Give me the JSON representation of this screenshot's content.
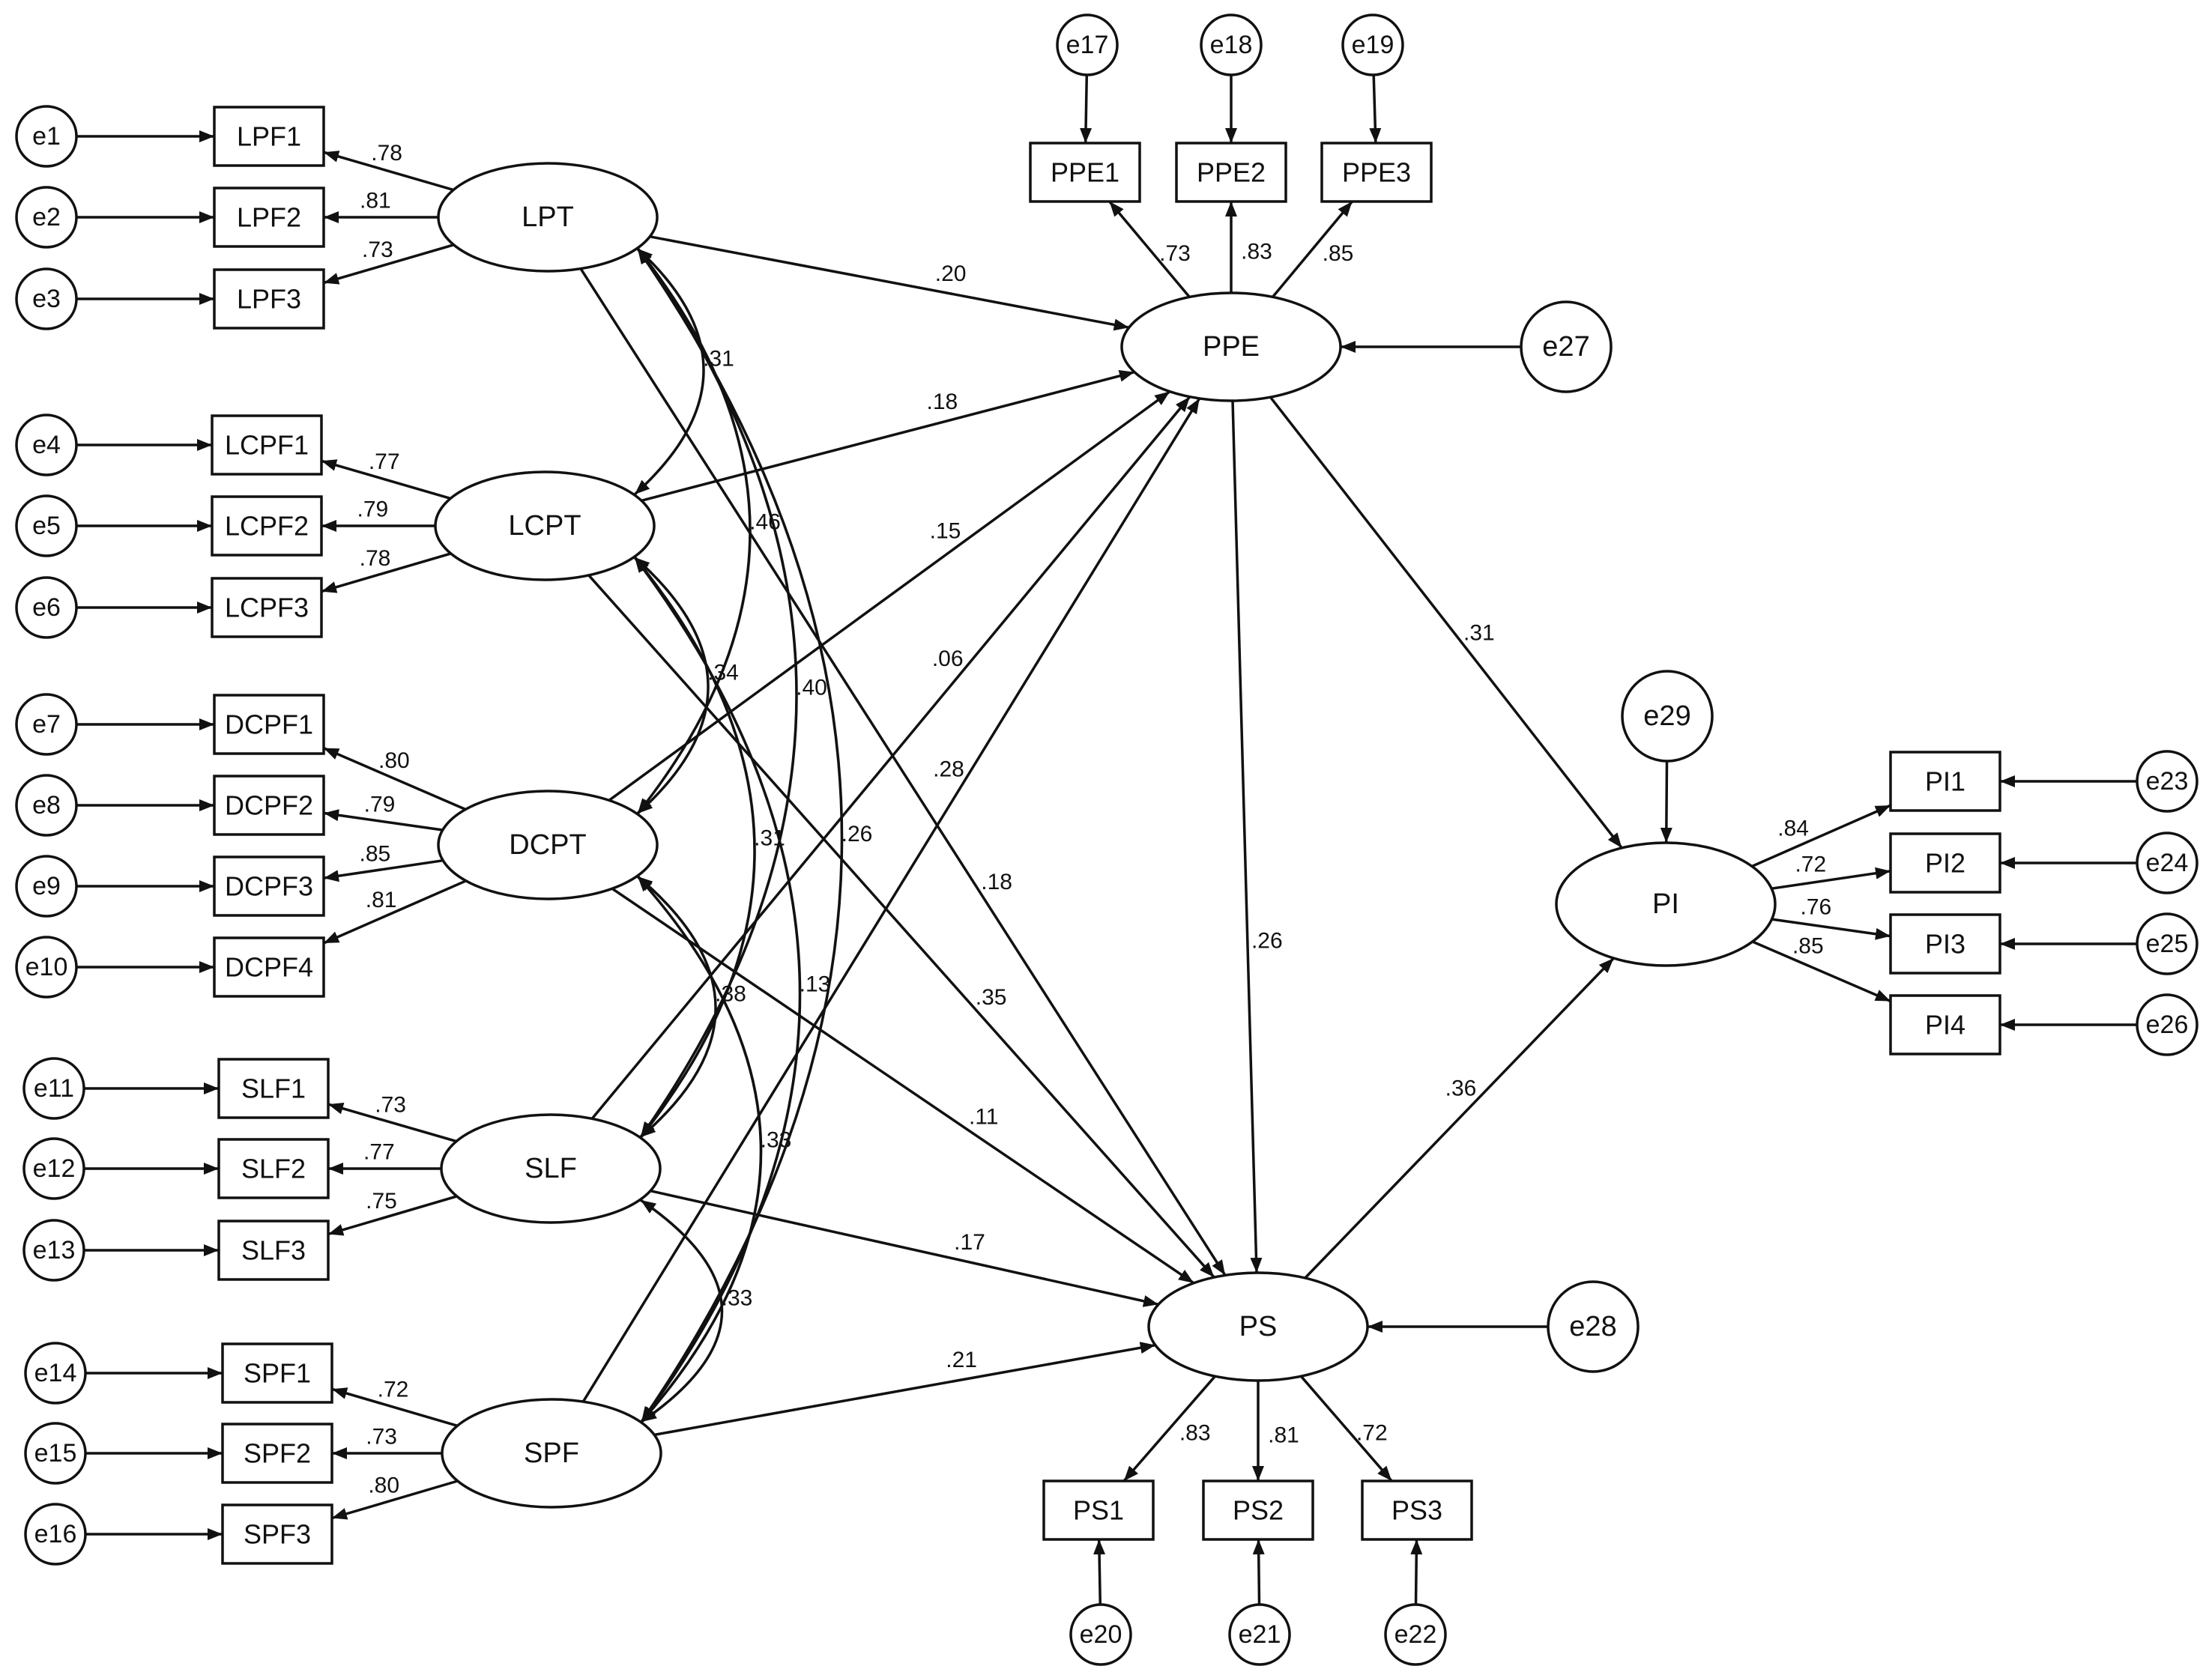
{
  "latents": [
    {
      "id": "LPT",
      "label": "LPT"
    },
    {
      "id": "LCPT",
      "label": "LCPT"
    },
    {
      "id": "DCPT",
      "label": "DCPT"
    },
    {
      "id": "SLF",
      "label": "SLF"
    },
    {
      "id": "SPF",
      "label": "SPF"
    },
    {
      "id": "PPE",
      "label": "PPE"
    },
    {
      "id": "PS",
      "label": "PS"
    },
    {
      "id": "PI",
      "label": "PI"
    }
  ],
  "indicators": [
    {
      "id": "LPF1",
      "label": "LPF1",
      "factor": "LPT",
      "loading": ".78",
      "error": "e1"
    },
    {
      "id": "LPF2",
      "label": "LPF2",
      "factor": "LPT",
      "loading": ".81",
      "error": "e2"
    },
    {
      "id": "LPF3",
      "label": "LPF3",
      "factor": "LPT",
      "loading": ".73",
      "error": "e3"
    },
    {
      "id": "LCPF1",
      "label": "LCPF1",
      "factor": "LCPT",
      "loading": ".77",
      "error": "e4"
    },
    {
      "id": "LCPF2",
      "label": "LCPF2",
      "factor": "LCPT",
      "loading": ".79",
      "error": "e5"
    },
    {
      "id": "LCPF3",
      "label": "LCPF3",
      "factor": "LCPT",
      "loading": ".78",
      "error": "e6"
    },
    {
      "id": "DCPF1",
      "label": "DCPF1",
      "factor": "DCPT",
      "loading": ".80",
      "error": "e7"
    },
    {
      "id": "DCPF2",
      "label": "DCPF2",
      "factor": "DCPT",
      "loading": ".79",
      "error": "e8"
    },
    {
      "id": "DCPF3",
      "label": "DCPF3",
      "factor": "DCPT",
      "loading": ".85",
      "error": "e9"
    },
    {
      "id": "DCPF4",
      "label": "DCPF4",
      "factor": "DCPT",
      "loading": ".81",
      "error": "e10"
    },
    {
      "id": "SLF1",
      "label": "SLF1",
      "factor": "SLF",
      "loading": ".73",
      "error": "e11"
    },
    {
      "id": "SLF2",
      "label": "SLF2",
      "factor": "SLF",
      "loading": ".77",
      "error": "e12"
    },
    {
      "id": "SLF3",
      "label": "SLF3",
      "factor": "SLF",
      "loading": ".75",
      "error": "e13"
    },
    {
      "id": "SPF1",
      "label": "SPF1",
      "factor": "SPF",
      "loading": ".72",
      "error": "e14"
    },
    {
      "id": "SPF2",
      "label": "SPF2",
      "factor": "SPF",
      "loading": ".73",
      "error": "e15"
    },
    {
      "id": "SPF3",
      "label": "SPF3",
      "factor": "SPF",
      "loading": ".80",
      "error": "e16"
    },
    {
      "id": "PPE1",
      "label": "PPE1",
      "factor": "PPE",
      "loading": ".73",
      "error": "e17"
    },
    {
      "id": "PPE2",
      "label": "PPE2",
      "factor": "PPE",
      "loading": ".83",
      "error": "e18"
    },
    {
      "id": "PPE3",
      "label": "PPE3",
      "factor": "PPE",
      "loading": ".85",
      "error": "e19"
    },
    {
      "id": "PS1",
      "label": "PS1",
      "factor": "PS",
      "loading": ".83",
      "error": "e20"
    },
    {
      "id": "PS2",
      "label": "PS2",
      "factor": "PS",
      "loading": ".81",
      "error": "e21"
    },
    {
      "id": "PS3",
      "label": "PS3",
      "factor": "PS",
      "loading": ".72",
      "error": "e22"
    },
    {
      "id": "PI1",
      "label": "PI1",
      "factor": "PI",
      "loading": ".84",
      "error": "e23"
    },
    {
      "id": "PI2",
      "label": "PI2",
      "factor": "PI",
      "loading": ".72",
      "error": "e24"
    },
    {
      "id": "PI3",
      "label": "PI3",
      "factor": "PI",
      "loading": ".76",
      "error": "e25"
    },
    {
      "id": "PI4",
      "label": "PI4",
      "factor": "PI",
      "loading": ".85",
      "error": "e26"
    }
  ],
  "structural_errors": [
    {
      "id": "e27",
      "label": "e27",
      "target": "PPE"
    },
    {
      "id": "e28",
      "label": "e28",
      "target": "PS"
    },
    {
      "id": "e29",
      "label": "e29",
      "target": "PI"
    }
  ],
  "structural_paths": [
    {
      "from": "LPT",
      "to": "PPE",
      "coef": ".20"
    },
    {
      "from": "LCPT",
      "to": "PPE",
      "coef": ".18"
    },
    {
      "from": "DCPT",
      "to": "PPE",
      "coef": ".15"
    },
    {
      "from": "SLF",
      "to": "PPE",
      "coef": ".06"
    },
    {
      "from": "SPF",
      "to": "PPE",
      "coef": ".28"
    },
    {
      "from": "LPT",
      "to": "PS",
      "coef": ".18"
    },
    {
      "from": "LCPT",
      "to": "PS",
      "coef": ".35"
    },
    {
      "from": "DCPT",
      "to": "PS",
      "coef": ".11"
    },
    {
      "from": "SLF",
      "to": "PS",
      "coef": ".17"
    },
    {
      "from": "SPF",
      "to": "PS",
      "coef": ".21"
    },
    {
      "from": "PPE",
      "to": "PS",
      "coef": ".26"
    },
    {
      "from": "PPE",
      "to": "PI",
      "coef": ".31"
    },
    {
      "from": "PS",
      "to": "PI",
      "coef": ".36"
    }
  ],
  "covariances": [
    {
      "a": "LPT",
      "b": "LCPT",
      "coef": ".31"
    },
    {
      "a": "LPT",
      "b": "DCPT",
      "coef": ".46"
    },
    {
      "a": "LPT",
      "b": "SLF",
      "coef": ".40"
    },
    {
      "a": "LPT",
      "b": "SPF",
      "coef": ".26"
    },
    {
      "a": "LCPT",
      "b": "DCPT",
      "coef": ".34"
    },
    {
      "a": "LCPT",
      "b": "SLF",
      "coef": ".31"
    },
    {
      "a": "LCPT",
      "b": "SPF",
      "coef": ".13"
    },
    {
      "a": "DCPT",
      "b": "SLF",
      "coef": ".38"
    },
    {
      "a": "DCPT",
      "b": "SPF",
      "coef": ".33"
    },
    {
      "a": "SLF",
      "b": "SPF",
      "coef": ".33"
    }
  ]
}
